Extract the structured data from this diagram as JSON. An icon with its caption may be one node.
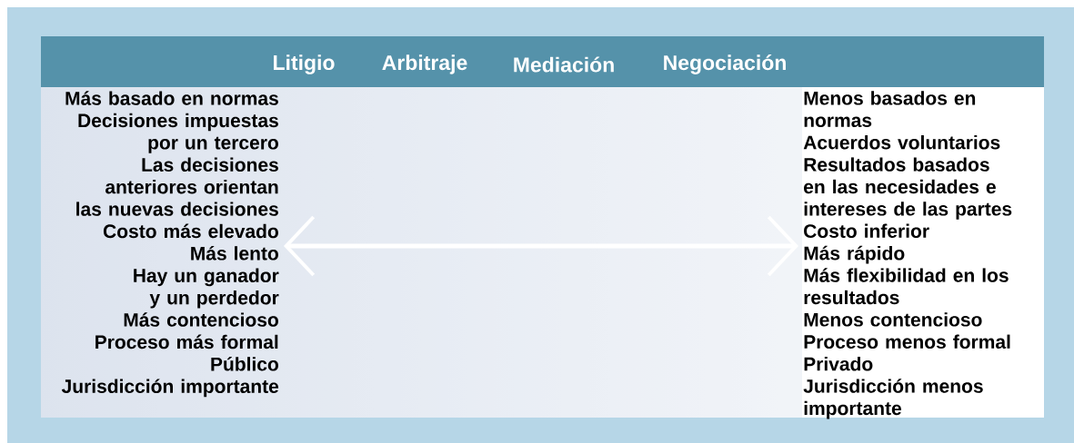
{
  "diagram": {
    "nodes": [
      {
        "text": [
          "Litigio",
          "Arbitraje",
          "Mediación",
          "Negociación"
        ]
      },
      {
        "text": [
          "Más basado en normas",
          "Decisiones impuestas por un tercero",
          "Las decisiones anteriores orientan las nuevas decisiones",
          "Costo más elevado",
          "Más lento",
          "Hay un ganador y un perdedor",
          "Más contencioso",
          "Proceso más formal",
          "Público",
          "Jurisdicción importante"
        ]
      },
      {
        "text": [
          "Menos basados en normas",
          "Acuerdos voluntarios",
          "Resultados basados en las necesidades e intereses de las partes",
          "Costo inferior",
          "Más rápido",
          "Más flexibilidad en los resultados",
          "Menos contencioso",
          "Proceso menos formal",
          "Privado",
          "Jurisdicción menos importante"
        ]
      }
    ],
    "edges": [
      {
        "from": 1,
        "to": 2,
        "arrow": "both"
      }
    ]
  }
}
